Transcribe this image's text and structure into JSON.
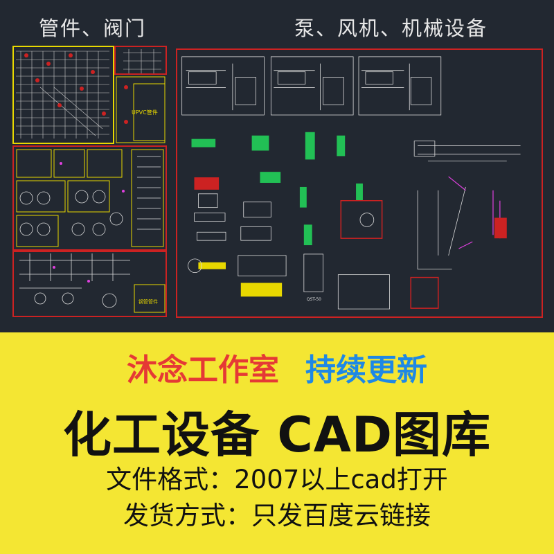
{
  "top_section": {
    "left_title": "管件、阀门",
    "right_title": "泵、风机、机械设备",
    "left_labels": [
      "UPVC管件",
      "钢管管件"
    ],
    "right_labels": [
      "QST-50"
    ]
  },
  "banner": {
    "studio_name": "沐念工作室",
    "updates_text": "持续更新",
    "headline": "化工设备 CAD图库",
    "format_line": "文件格式：2007以上cad打开",
    "delivery_line": "发货方式：只发百度云链接"
  },
  "colors": {
    "dark_background": "#222831",
    "yellow_banner": "#f4e633",
    "red_accent": "#e53935",
    "blue_accent": "#1e88e5",
    "cad_red": "#cc2222",
    "cad_yellow": "#e8d800",
    "cad_green": "#22c055"
  }
}
